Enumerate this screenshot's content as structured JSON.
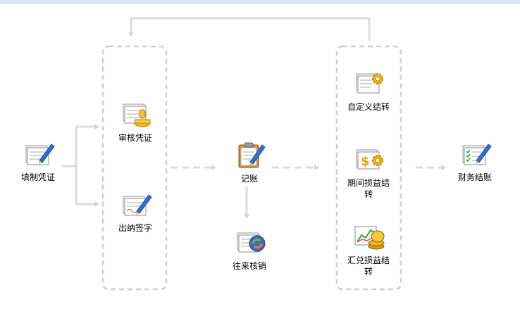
{
  "nodes": {
    "fill_voucher": {
      "label": "填制凭证",
      "icon": "voucher-pen-icon"
    },
    "audit_voucher": {
      "label": "审核凭证",
      "icon": "voucher-stamp-icon"
    },
    "cashier_sign": {
      "label": "出纳签字",
      "icon": "voucher-sign-icon"
    },
    "post_ledger": {
      "label": "记账",
      "icon": "clipboard-pen-icon"
    },
    "write_off": {
      "label": "往来核销",
      "icon": "voucher-cycle-icon"
    },
    "custom_transfer": {
      "label": "自定义结转",
      "icon": "voucher-gear-icon"
    },
    "period_pl_transfer": {
      "label": "期间损益结转",
      "icon": "dollar-gear-icon"
    },
    "fx_pl_transfer": {
      "label": "汇兑损益结转",
      "icon": "chart-coins-icon"
    },
    "close_books": {
      "label": "财务结账",
      "icon": "checklist-pen-icon"
    }
  },
  "colors": {
    "connector": "#d9d9d9",
    "group_border": "#cfcfcf",
    "accent_blue": "#2f6fd1",
    "accent_gold": "#f2b51b"
  }
}
